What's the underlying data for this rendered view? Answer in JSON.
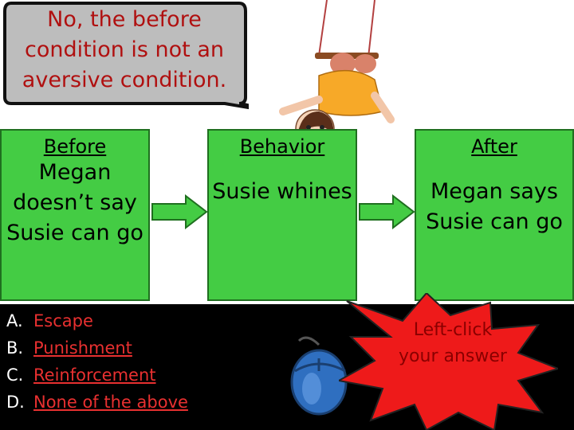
{
  "bubble": {
    "text": "No, the before condition is not an aversive condition."
  },
  "before": {
    "heading": "Before",
    "body": "Megan doesn’t say Susie can go"
  },
  "behavior": {
    "heading": "Behavior",
    "body": "Susie whines"
  },
  "after": {
    "heading": "After",
    "body": "Megan says Susie can go"
  },
  "answers": [
    {
      "letter": "A.",
      "label": "Escape"
    },
    {
      "letter": "B.",
      "label": "Punishment"
    },
    {
      "letter": "C.",
      "label": "Reinforcement"
    },
    {
      "letter": "D.",
      "label": "None of the above"
    }
  ],
  "hint": {
    "text": "Left-click your answer"
  },
  "icons": [
    "mouse-icon",
    "girl-on-swing-icon",
    "starburst-icon"
  ],
  "colors": {
    "box": "#44cc44",
    "answer": "#e83030",
    "burst": "#ee1a1a"
  }
}
